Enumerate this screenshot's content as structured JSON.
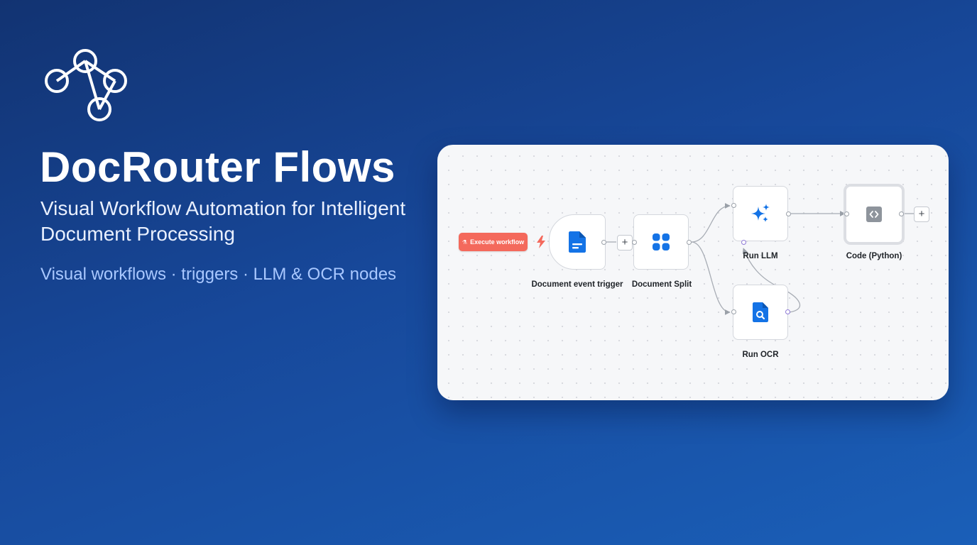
{
  "header": {
    "title": "DocRouter Flows",
    "subtitle": "Visual Workflow Automation for Intelligent Document Processing",
    "tagline": "Visual workflows · triggers · LLM & OCR nodes"
  },
  "canvas": {
    "execute_button": {
      "icon": "flask-icon",
      "label": "Execute workflow"
    },
    "add_label": "+",
    "nodes": [
      {
        "id": "doc-trigger",
        "label": "Document event trigger",
        "icon": "document-icon"
      },
      {
        "id": "doc-split",
        "label": "Document Split",
        "icon": "grid-icon"
      },
      {
        "id": "run-llm",
        "label": "Run LLM",
        "icon": "sparkles-icon"
      },
      {
        "id": "run-ocr",
        "label": "Run OCR",
        "icon": "document-search-icon"
      },
      {
        "id": "code-python",
        "label": "Code (Python)",
        "icon": "code-icon"
      }
    ]
  },
  "colors": {
    "background_start": "#123372",
    "background_end": "#1a5fb8",
    "accent_blue": "#1473e6",
    "execute_button": "#f4695c",
    "tagline": "#a9c8ff"
  }
}
